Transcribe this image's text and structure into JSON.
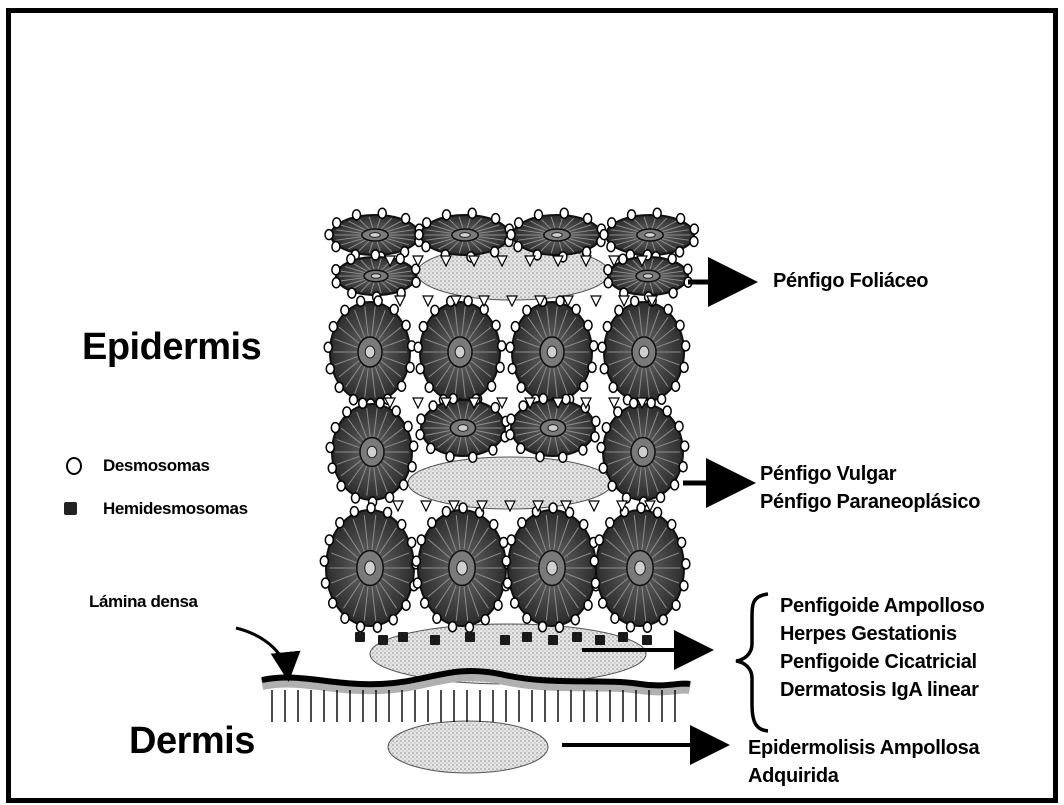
{
  "layers": {
    "epidermis": "Epidermis",
    "dermis": "Dermis"
  },
  "legend": {
    "desmosomes": "Desmosomas",
    "hemidesmosomes": "Hemidesmosomas"
  },
  "lamina_label": "Lámina densa",
  "targets": {
    "foliaceo": [
      "Pénfigo Foliáceo"
    ],
    "vulgar": [
      "Pénfigo Vulgar",
      "Pénfigo Paraneoplásico"
    ],
    "subepidermal": [
      "Penfigoide Ampolloso",
      "Herpes Gestationis",
      "Penfigoide Cicatricial",
      "Dermatosis IgA linear"
    ],
    "dermal": [
      "Epidermolisis Ampollosa",
      "Adquirida"
    ]
  },
  "colors": {
    "cell": "#3c3c3c",
    "desmosome": "#ffffff",
    "blister": "#d8d8d8",
    "hemidesmosome": "#1a1a1a"
  }
}
